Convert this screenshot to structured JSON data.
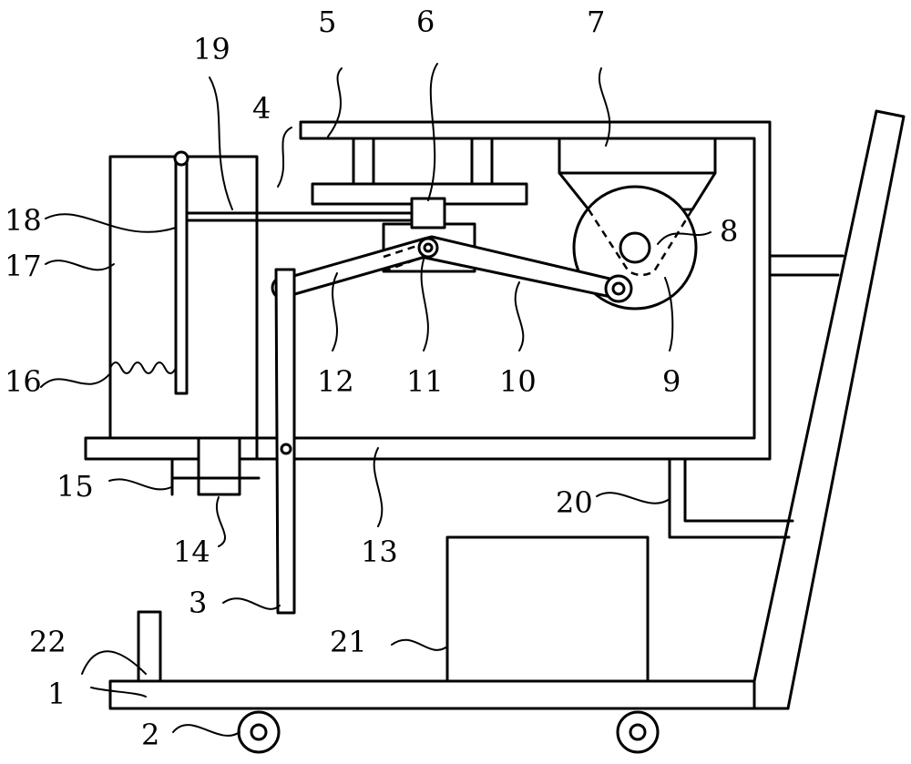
{
  "labels": {
    "l1": "1",
    "l2": "2",
    "l3": "3",
    "l4": "4",
    "l5": "5",
    "l6": "6",
    "l7": "7",
    "l8": "8",
    "l9": "9",
    "l10": "10",
    "l11": "11",
    "l12": "12",
    "l13": "13",
    "l14": "14",
    "l15": "15",
    "l16": "16",
    "l17": "17",
    "l18": "18",
    "l19": "19",
    "l20": "20",
    "l21": "21",
    "l22": "22"
  }
}
